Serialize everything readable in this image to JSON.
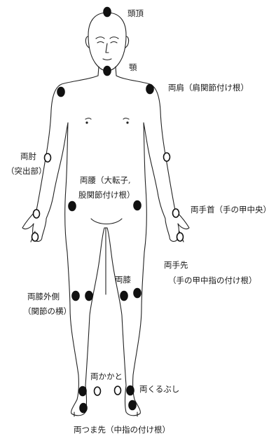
{
  "labels": {
    "head_top": "頭頂",
    "chin": "顎",
    "shoulders": "両肩（肩関節付け根）",
    "elbows": "両肘",
    "elbows_note": "（突出部）",
    "hips_line1": "両腰（大転子,",
    "hips_line2": "股関節付け根）",
    "wrists": "両手首（手の甲中央）",
    "fingertips": "両手先",
    "fingertips_note": "（手の甲中指の付け根）",
    "knees": "両膝",
    "knee_outer": "両膝外側",
    "knee_outer_note": "（関節の横）",
    "heels": "両かかと",
    "ankles": "両くるぶし",
    "toes": "両つま先（中指の付け根）"
  },
  "markers": {
    "filled": "#111111",
    "hollow_fill": "#ffffff",
    "stroke": "#111111"
  }
}
